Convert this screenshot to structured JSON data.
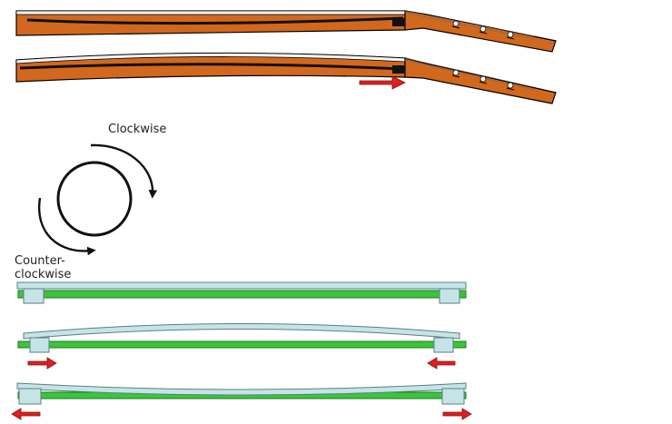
{
  "labels": {
    "clockwise": "Clockwise",
    "counter_line1": "Counter-",
    "counter_line2": "clockwise"
  },
  "colors": {
    "wood": "#d2681e",
    "wood_dark": "#a84a10",
    "truss_rod": "#111111",
    "rail": "#3cc43c",
    "rail_border": "#1e7a1e",
    "plate": "#c6e4e6",
    "plate_border": "#5a7f86",
    "arrow_red": "#dd1f1f",
    "arrow_red_border": "#8a0f0f",
    "circle_stroke": "#111111"
  },
  "icons": {
    "guitar_neck_straight": "guitar-neck-straight",
    "guitar_neck_bowed": "guitar-neck-relief",
    "push_arrow": "red-right-arrow",
    "rotation": "rotation-circle",
    "clockwise": "clockwise-arrow",
    "counter_clockwise": "counter-clockwise-arrow",
    "flat_bar": "flat-bar",
    "bowed_bar_up": "bar-bowed-up",
    "bowed_bar_down": "bar-bowed-down"
  }
}
